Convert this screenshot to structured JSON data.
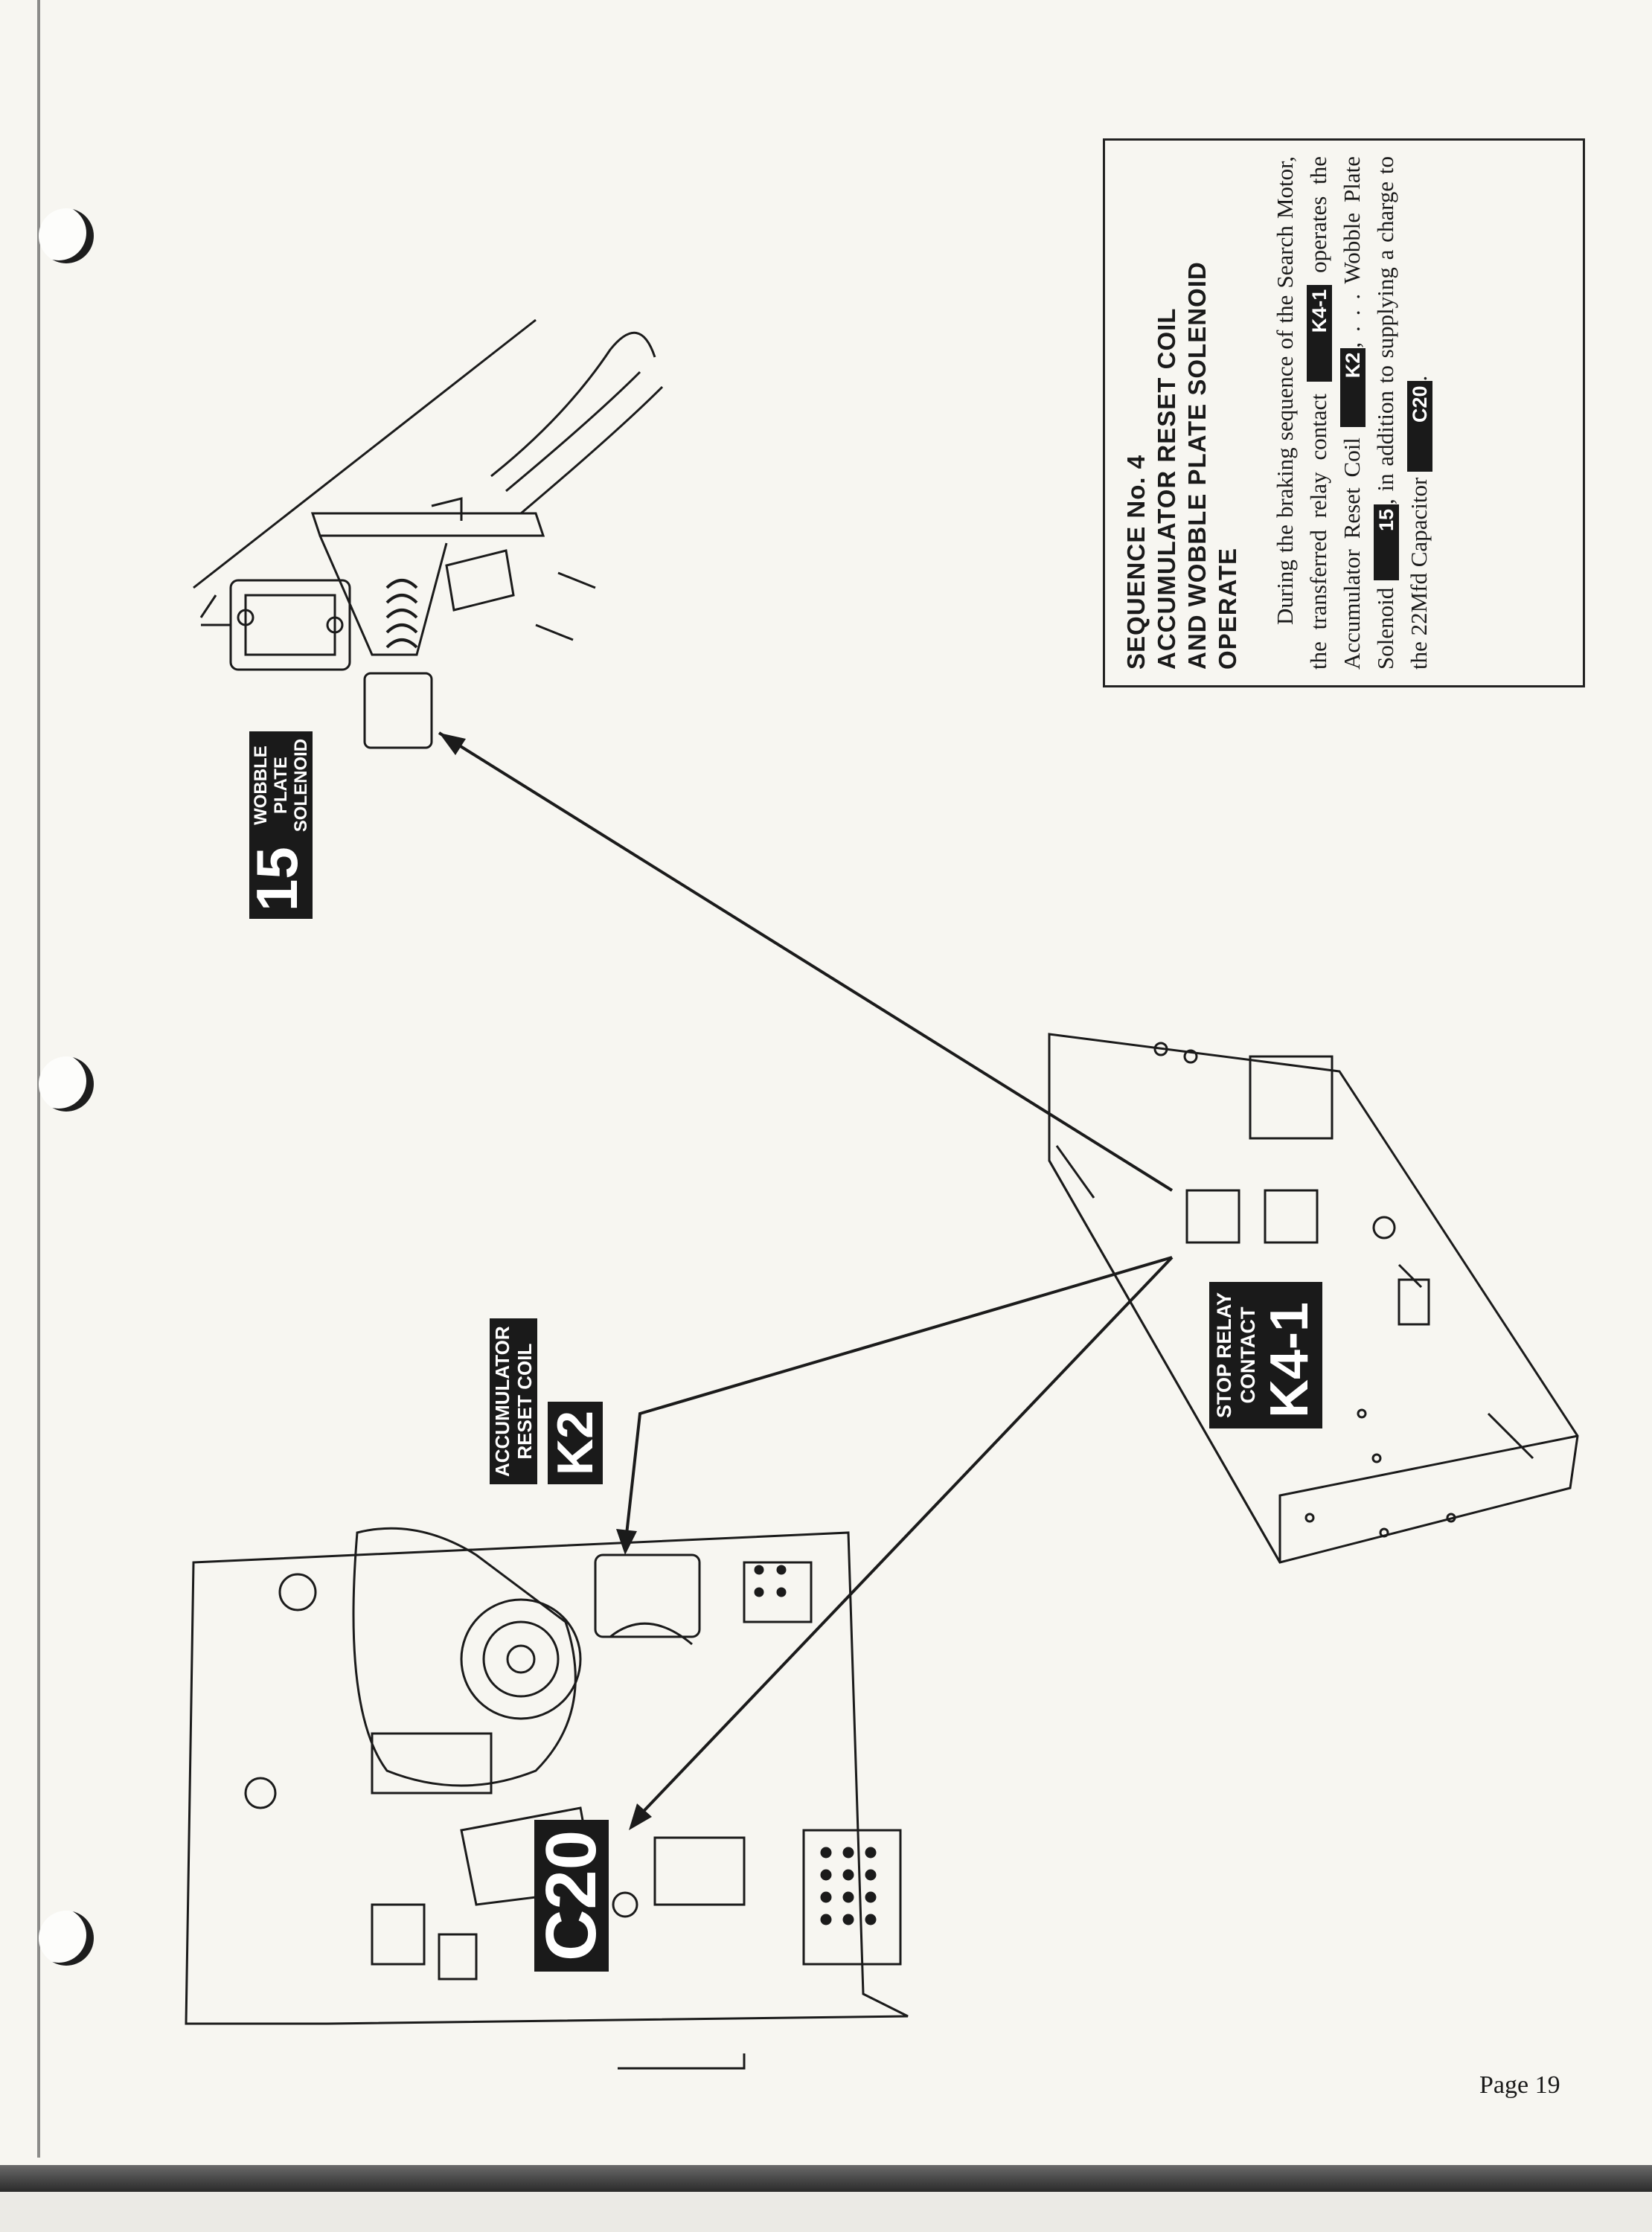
{
  "sequence_box": {
    "title_lines": [
      "SEQUENCE No. 4",
      "ACCUMULATOR RESET COIL",
      "AND WOBBLE PLATE SOLENOID",
      "OPERATE"
    ],
    "body_parts": {
      "p1": "During the braking sequence of the Search Motor, the transferred relay contact",
      "tag_k41": "K4-1",
      "p2": "operates the Ac­cumulator Reset Coil",
      "tag_k2": "K2",
      "p3": ", . . . Wobble Plate Solenoid",
      "tag_15": "15",
      "p4": ", in addition to supplying a charge to the 22Mfd Capacitor",
      "tag_c20": "C20",
      "p5": "."
    }
  },
  "labels": {
    "wobble_number": "15",
    "wobble_text": [
      "WOBBLE",
      "PLATE",
      "SOLENOID"
    ],
    "accumulator_text": [
      "ACCUMULATOR",
      "RESET COIL"
    ],
    "k2": "K2",
    "stop_relay_text": [
      "STOP RELAY",
      "CONTACT"
    ],
    "k41": "K4-1",
    "c20": "C20"
  },
  "footer": {
    "page": "Page 19"
  }
}
